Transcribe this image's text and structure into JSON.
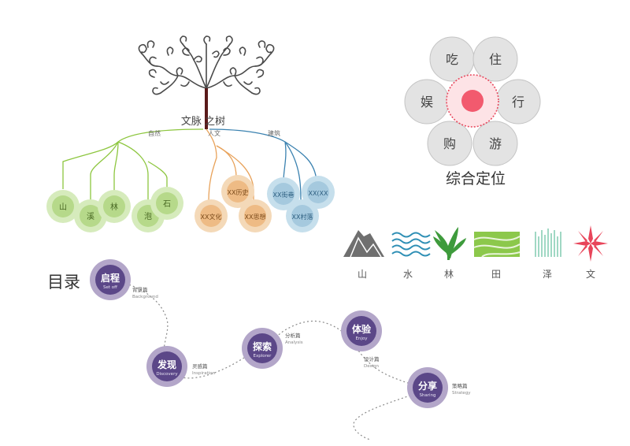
{
  "tree": {
    "title": "文脉 之树",
    "branches": [
      {
        "label": "自然",
        "color": "#8dc63f",
        "halo": "#d6ebbc",
        "fill": "#b6d98a",
        "text_color": "#4a6a24",
        "nodes": [
          "山",
          "溪",
          "林",
          "泡",
          "石"
        ]
      },
      {
        "label": "人文",
        "color": "#e8a25a",
        "halo": "#f4d9b8",
        "fill": "#eebb85",
        "text_color": "#7a4a1a",
        "nodes": [
          "XX历史",
          "XX文化",
          "XX思想"
        ]
      },
      {
        "label": "建筑",
        "color": "#3b82b0",
        "halo": "#c6dfec",
        "fill": "#a5c9de",
        "text_color": "#2d5f80",
        "nodes": [
          "XX街巷",
          "XX(XX",
          "XX村落"
        ]
      }
    ]
  },
  "flower": {
    "petals": [
      "吃",
      "住",
      "行",
      "游",
      "购",
      "娱"
    ],
    "caption": "综合定位",
    "center_color": "#f25a6e"
  },
  "icons": [
    {
      "label": "山",
      "icon": "mountain-icon"
    },
    {
      "label": "水",
      "icon": "water-icon"
    },
    {
      "label": "林",
      "icon": "forest-icon"
    },
    {
      "label": "田",
      "icon": "field-icon"
    },
    {
      "label": "泽",
      "icon": "marsh-icon"
    },
    {
      "label": "文",
      "icon": "culture-icon"
    }
  ],
  "toc": {
    "title": "目录",
    "steps": [
      {
        "cn": "启程",
        "en": "Set off",
        "side_cn": "背景篇",
        "side_en": "Background"
      },
      {
        "cn": "发现",
        "en": "Discovery",
        "side_cn": "灵感篇",
        "side_en": "Inspiration"
      },
      {
        "cn": "探索",
        "en": "Explorer",
        "side_cn": "分析篇",
        "side_en": "Analysis"
      },
      {
        "cn": "体验",
        "en": "Enjoy",
        "side_cn": "设计篇",
        "side_en": "Design"
      },
      {
        "cn": "分享",
        "en": "Sharing",
        "side_cn": "策略篇",
        "side_en": "Strategy"
      }
    ],
    "ring_color": "#b3a6c9",
    "core_color": "#5b4788"
  }
}
